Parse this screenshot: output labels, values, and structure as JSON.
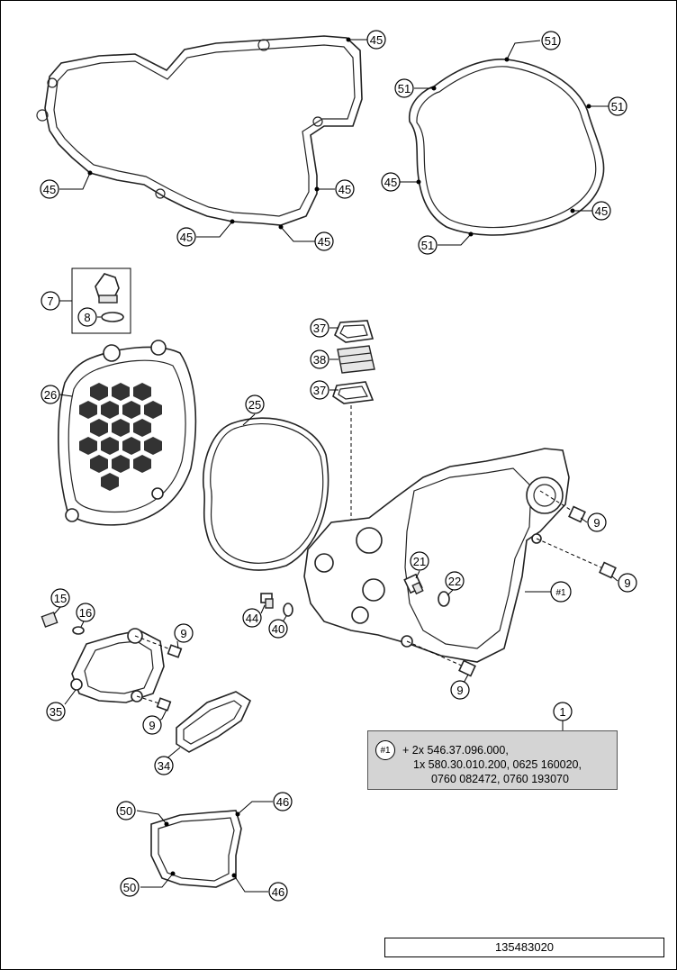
{
  "callouts": {
    "c45a": "45",
    "c45b": "45",
    "c45c": "45",
    "c45d": "45",
    "c45e": "45",
    "c45f": "45",
    "c45g": "45",
    "c51a": "51",
    "c51b": "51",
    "c51c": "51",
    "c51d": "51",
    "c7": "7",
    "c8": "8",
    "c26": "26",
    "c25": "25",
    "c37a": "37",
    "c38": "38",
    "c37b": "37",
    "c9a": "9",
    "c9b": "9",
    "c9c": "9",
    "c9d": "9",
    "c9e": "9",
    "c21": "21",
    "c22": "22",
    "c1ref": "#1",
    "c15": "15",
    "c16": "16",
    "c44": "44",
    "c40": "40",
    "c35": "35",
    "c34": "34",
    "c1": "1",
    "c50a": "50",
    "c50b": "50",
    "c46a": "46",
    "c46b": "46"
  },
  "note": {
    "badge": "#1",
    "line1": "+ 2x 546.37.096.000,",
    "line2": "1x 580.30.010.200, 0625 160020,",
    "line3": "0760 082472, 0760 193070"
  },
  "document_number": "135483020",
  "colors": {
    "note_background": "#d4d4d4",
    "lines": "#000000"
  }
}
